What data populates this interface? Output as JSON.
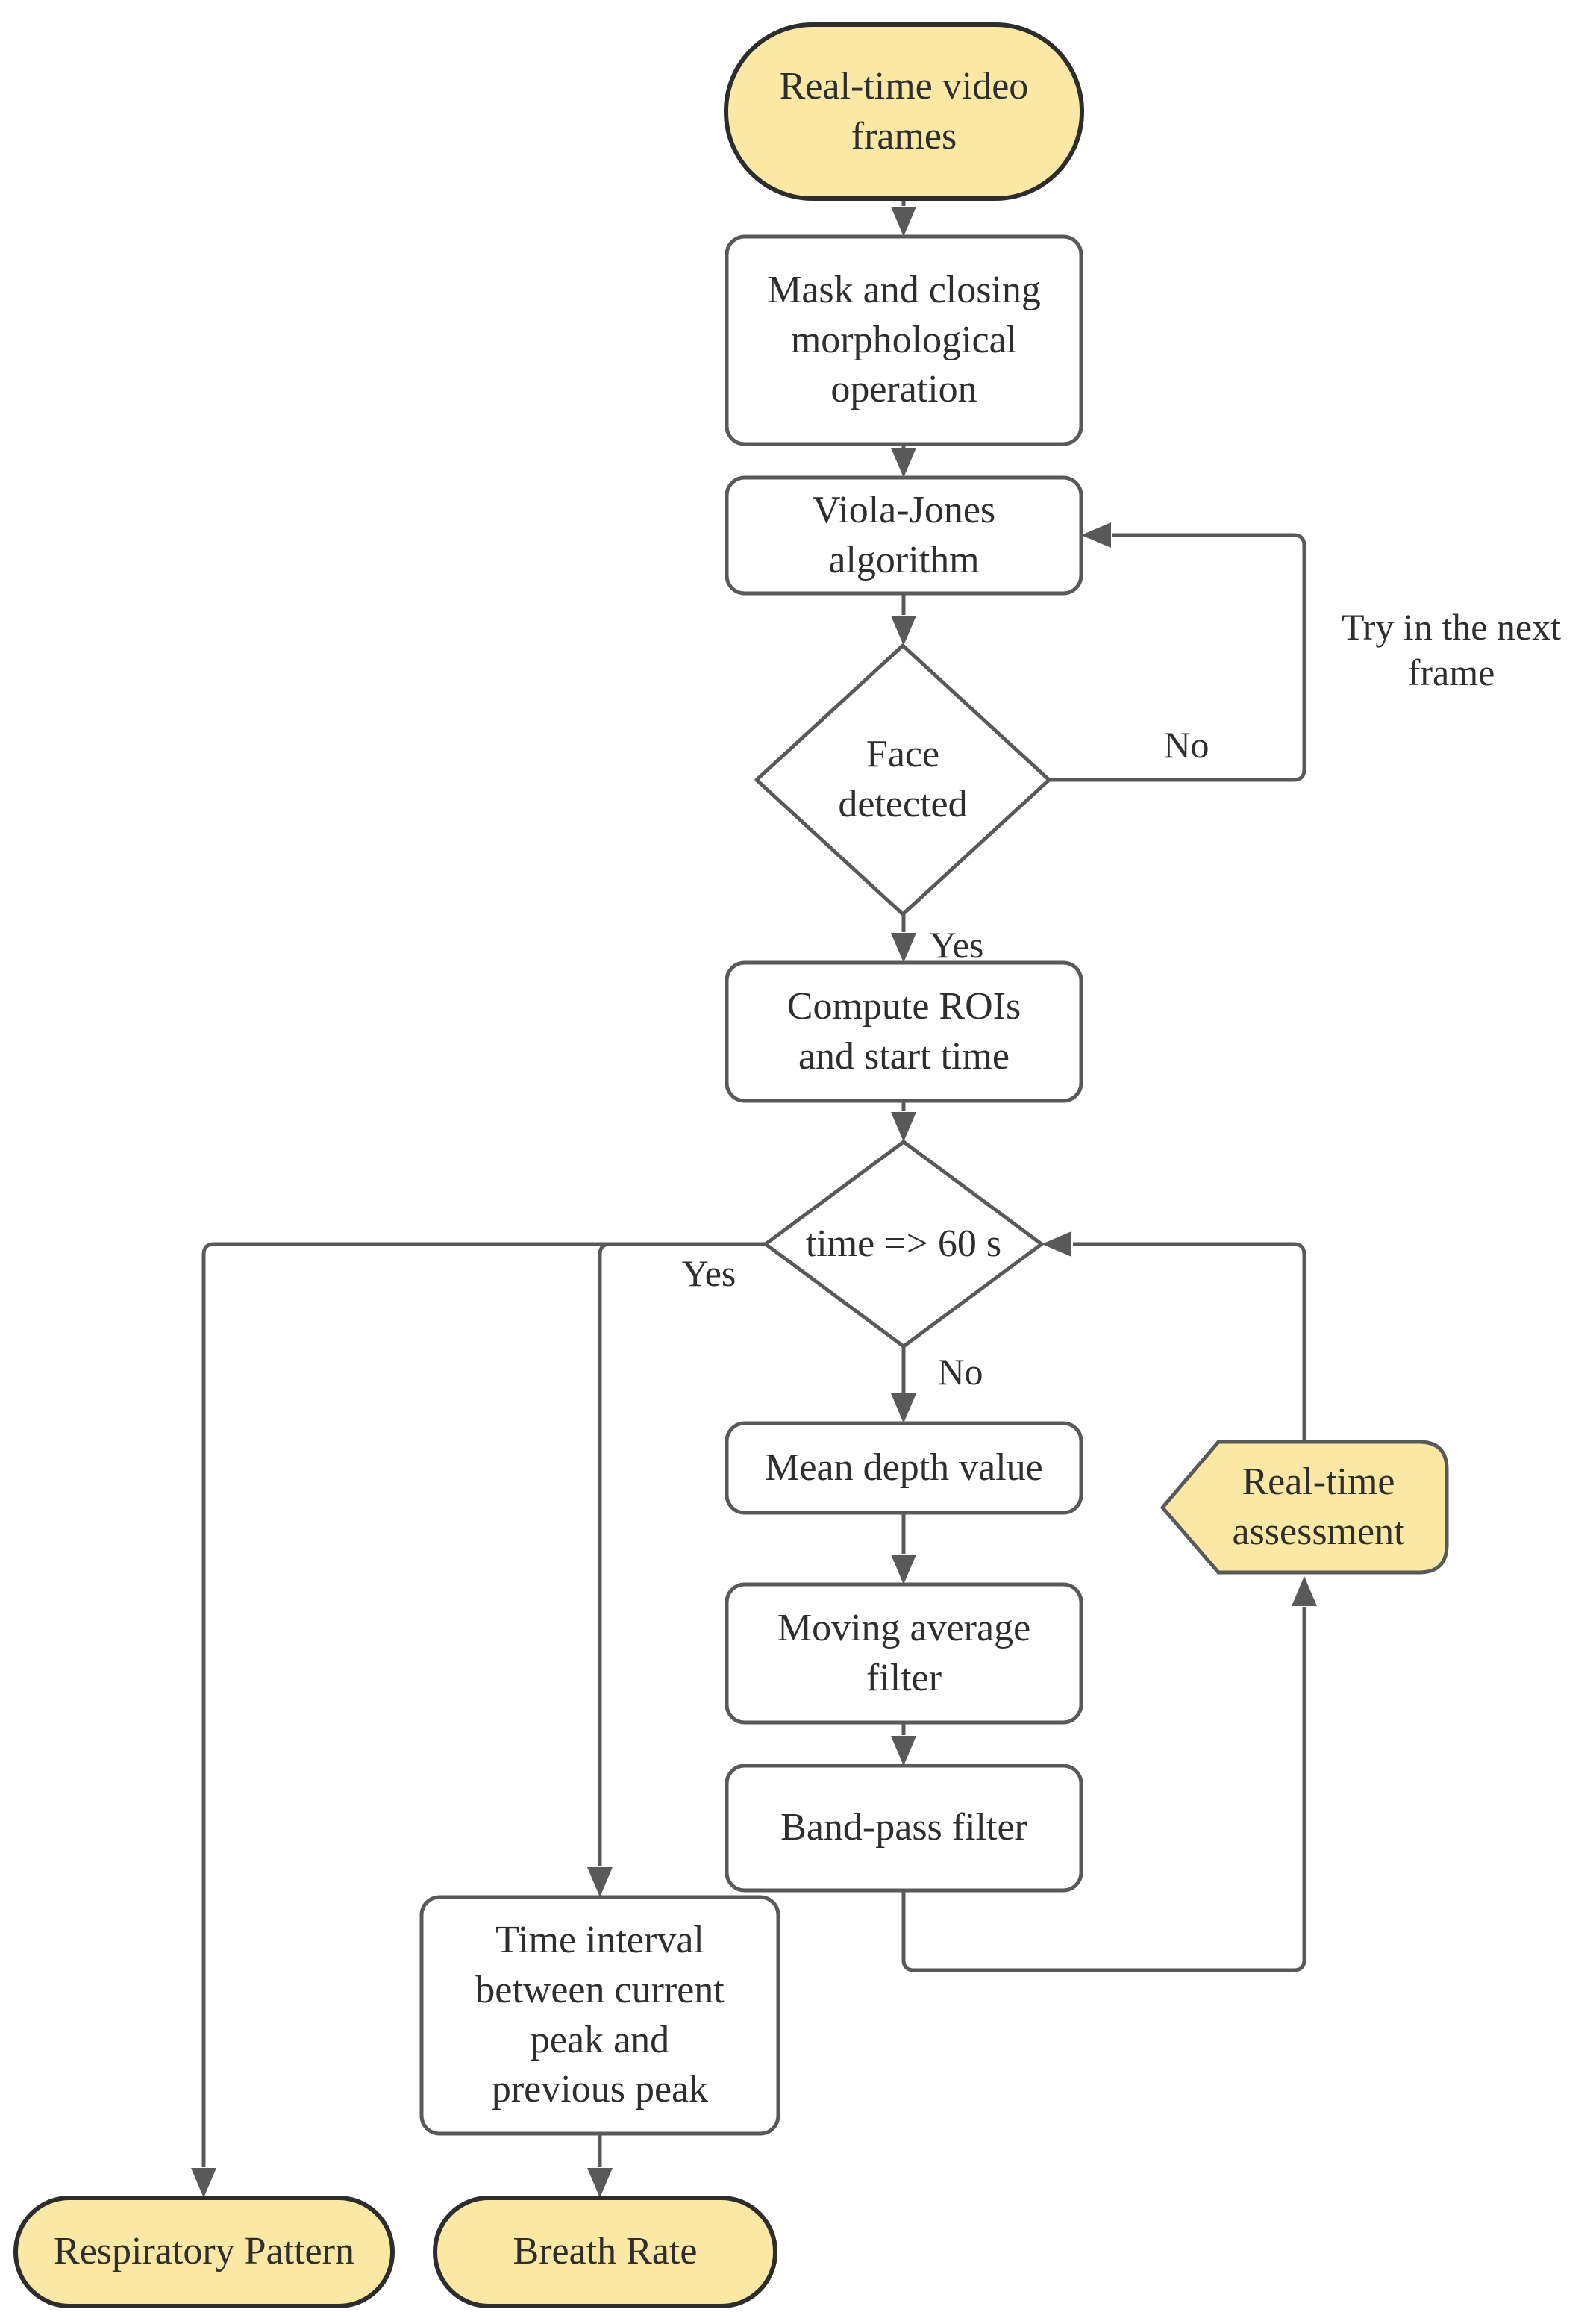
{
  "diagram": {
    "colors": {
      "accent_fill": "#FAE8A4",
      "process_fill": "#FFFFFF",
      "terminator_border": "#2D2D2D",
      "line": "#595959",
      "text": "#2E2E2E",
      "background": "#FFFFFF"
    },
    "nodes": {
      "start": {
        "type": "terminator",
        "label": "Real-time video\nframes"
      },
      "mask": {
        "type": "process",
        "label": "Mask and closing\nmorphological\noperation"
      },
      "viola": {
        "type": "process",
        "label": "Viola-Jones\nalgorithm"
      },
      "face_detected": {
        "type": "decision",
        "label": "Face\ndetected"
      },
      "compute_rois": {
        "type": "process",
        "label": "Compute ROIs\nand start time"
      },
      "time_check": {
        "type": "decision",
        "label": "time => 60 s"
      },
      "mean_depth": {
        "type": "process",
        "label": "Mean depth value"
      },
      "moving_average": {
        "type": "process",
        "label": "Moving average\nfilter"
      },
      "band_pass": {
        "type": "process",
        "label": "Band-pass filter"
      },
      "rt_assessment": {
        "type": "callout",
        "label": "Real-time\nassessment"
      },
      "time_interval": {
        "type": "process",
        "label": "Time interval\nbetween current\npeak and\nprevious peak"
      },
      "respiratory_pattern": {
        "type": "terminator",
        "label": "Respiratory Pattern"
      },
      "breath_rate": {
        "type": "terminator",
        "label": "Breath Rate"
      }
    },
    "edge_labels": {
      "face_no": "No",
      "face_no_note": "Try in the next\nframe",
      "face_yes": "Yes",
      "time_yes": "Yes",
      "time_no": "No"
    },
    "edges": [
      {
        "from": "start",
        "to": "mask"
      },
      {
        "from": "mask",
        "to": "viola"
      },
      {
        "from": "viola",
        "to": "face_detected"
      },
      {
        "from": "face_detected",
        "to": "viola",
        "label": "No",
        "note": "Try in the next frame"
      },
      {
        "from": "face_detected",
        "to": "compute_rois",
        "label": "Yes"
      },
      {
        "from": "compute_rois",
        "to": "time_check"
      },
      {
        "from": "time_check",
        "to": "respiratory_pattern",
        "label": "Yes"
      },
      {
        "from": "time_check",
        "to": "time_interval",
        "label": "Yes"
      },
      {
        "from": "time_check",
        "to": "mean_depth",
        "label": "No"
      },
      {
        "from": "mean_depth",
        "to": "moving_average"
      },
      {
        "from": "moving_average",
        "to": "band_pass"
      },
      {
        "from": "band_pass",
        "to": "rt_assessment"
      },
      {
        "from": "rt_assessment",
        "to": "time_check"
      },
      {
        "from": "time_interval",
        "to": "breath_rate"
      }
    ]
  }
}
